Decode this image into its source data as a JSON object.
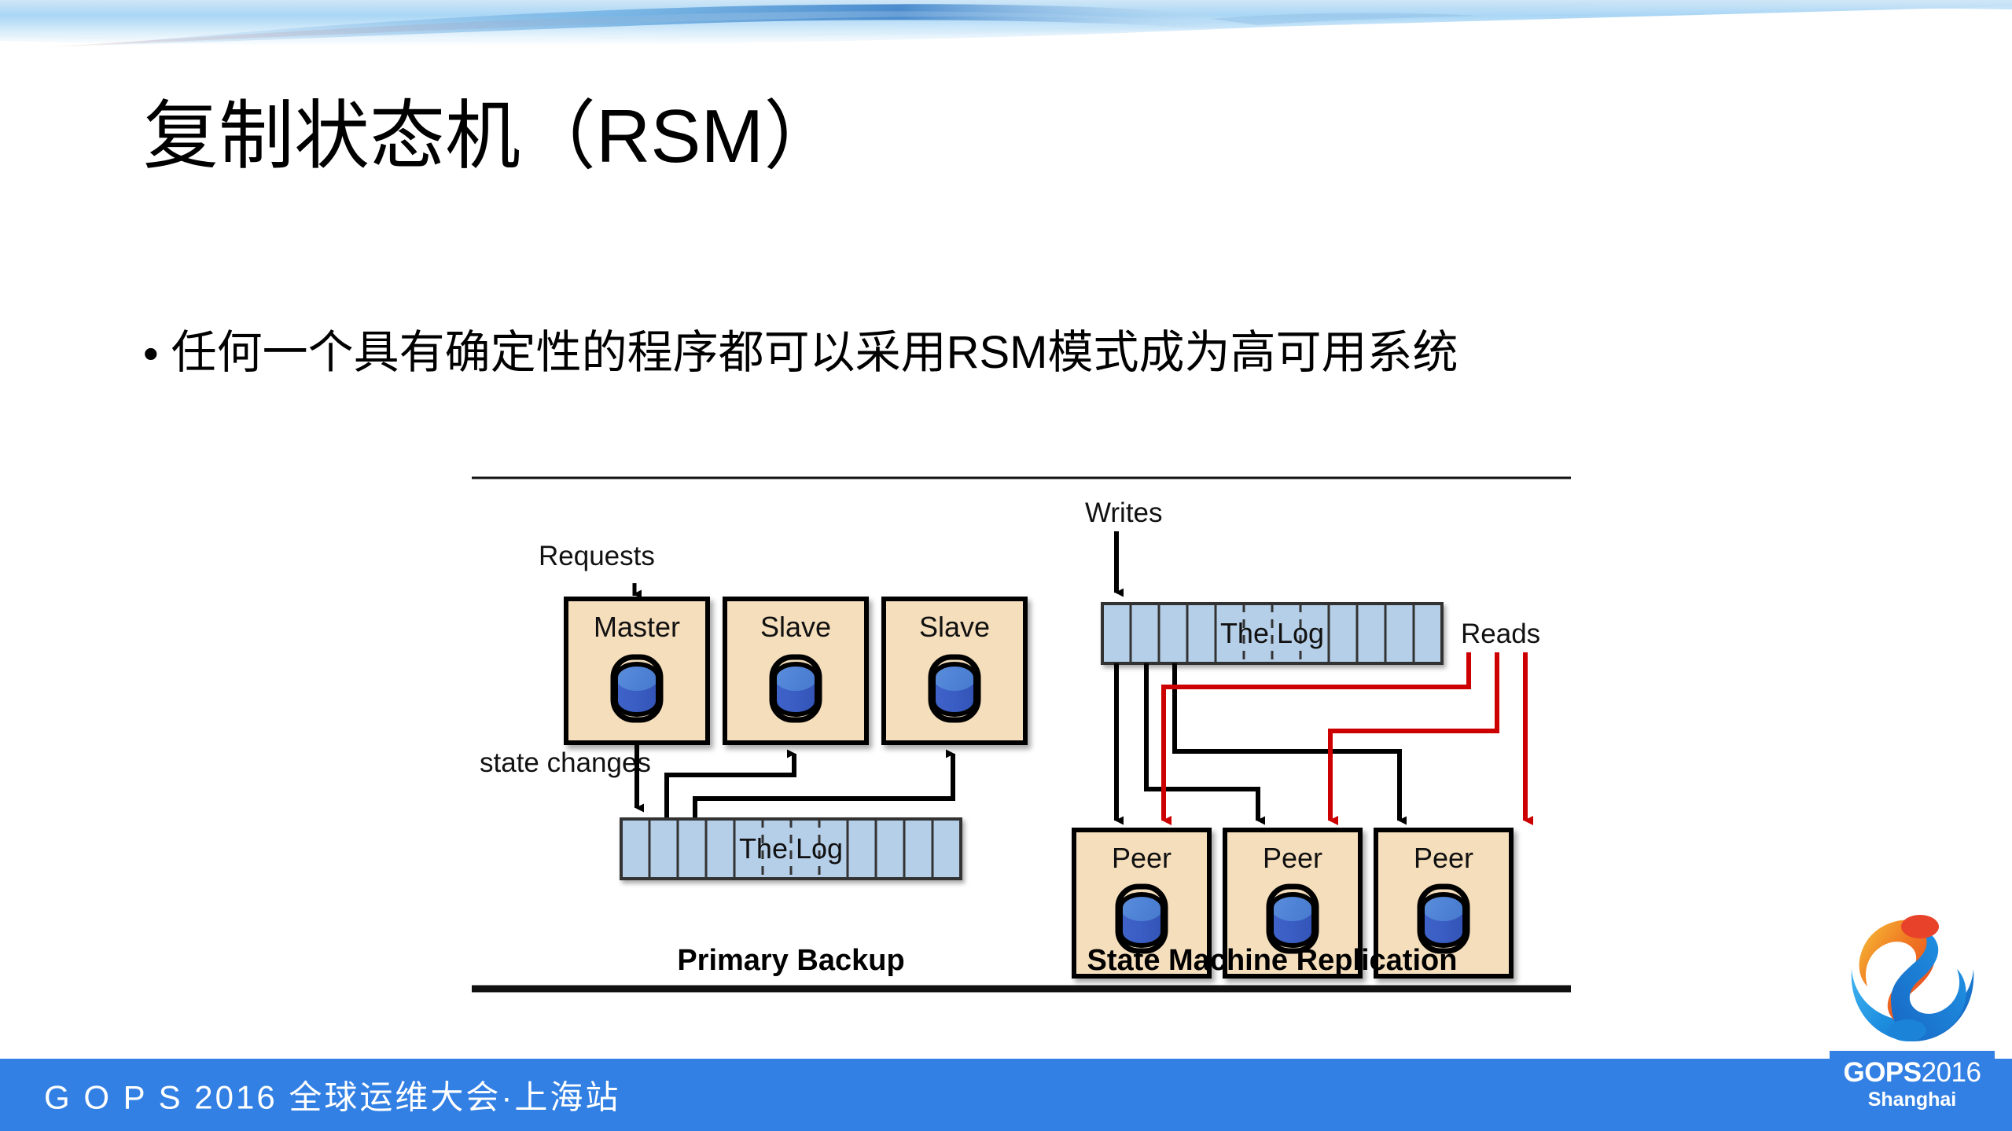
{
  "slide": {
    "title": "复制状态机（RSM）",
    "bullet_marker": "•",
    "bullet_text": "任何一个具有确定性的程序都可以采用RSM模式成为高可用系统"
  },
  "diagram": {
    "left_panel": {
      "caption": "Primary Backup",
      "incoming_label": "Requests",
      "outgoing_label": "state changes",
      "nodes": [
        "Master",
        "Slave",
        "Slave"
      ],
      "log_label": "The Log",
      "log_segments": 12
    },
    "right_panel": {
      "caption": "State Machine Replication",
      "writes_label": "Writes",
      "reads_label": "Reads",
      "log_label": "The Log",
      "log_segments": 12,
      "nodes": [
        "Peer",
        "Peer",
        "Peer"
      ]
    },
    "colors": {
      "node_fill": "#f5debc",
      "node_stroke": "#000000",
      "log_fill": "#b6cfe8",
      "log_stroke": "#333333",
      "db_top": "#5a8ad8",
      "db_body": "#3a5ec4",
      "write_arrow": "#000000",
      "read_arrow": "#cc0000"
    }
  },
  "footer": {
    "text": "G O P S 2016 全球运维大会·上海站",
    "bar_color": "#3380e4"
  },
  "logo": {
    "line1_brand": "GOPS",
    "line1_year": "2016",
    "line2": "Shanghai",
    "plate_color": "#3380e4",
    "swirl_warm": "#ee4d2a",
    "swirl_cool": "#1a8fe3"
  }
}
